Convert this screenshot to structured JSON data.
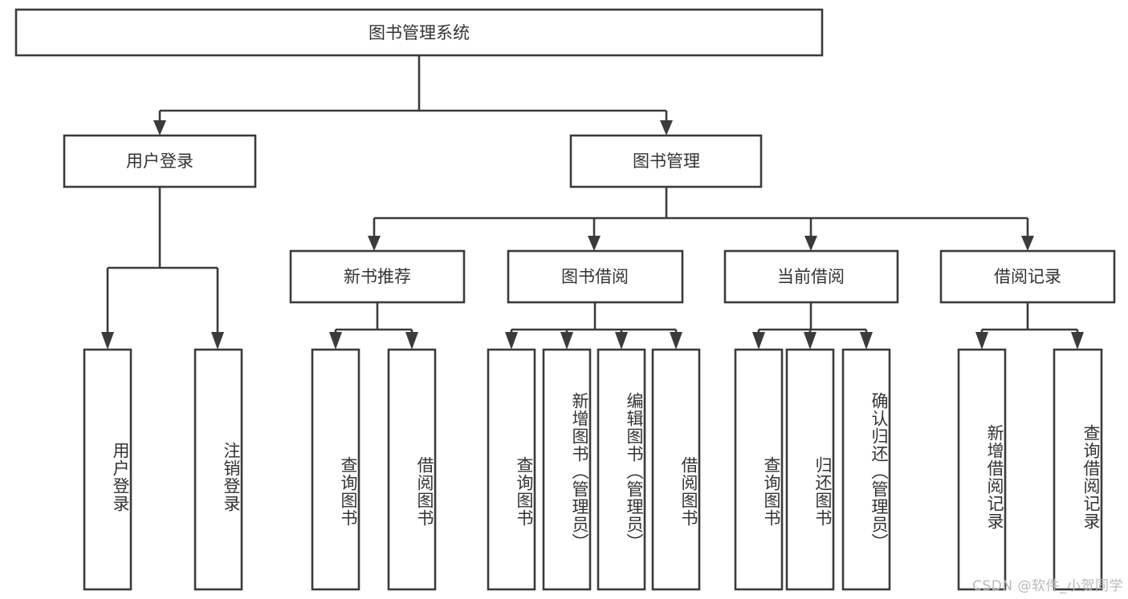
{
  "diagram": {
    "type": "tree",
    "title": "图书管理系统",
    "watermark": "CSDN @软件_小贺同学",
    "colors": {
      "stroke": "#3b3b3b",
      "box_fill": "#ffffff",
      "text": "#333333",
      "background": "#ffffff",
      "watermark": "#b9b9b9"
    },
    "root": {
      "id": "root",
      "label": "图书管理系统"
    },
    "level2": [
      {
        "id": "user-login",
        "label": "用户登录"
      },
      {
        "id": "book-manage",
        "label": "图书管理"
      }
    ],
    "level3": [
      {
        "id": "new-book-rec",
        "label": "新书推荐",
        "parent": "book-manage"
      },
      {
        "id": "book-borrow",
        "label": "图书借阅",
        "parent": "book-manage"
      },
      {
        "id": "current-borrow",
        "label": "当前借阅",
        "parent": "book-manage"
      },
      {
        "id": "borrow-record",
        "label": "借阅记录",
        "parent": "book-manage"
      }
    ],
    "leaves": [
      {
        "id": "leaf-user-login",
        "label": "用户登录",
        "parent": "user-login"
      },
      {
        "id": "leaf-logout-login",
        "label": "注销登录",
        "parent": "user-login"
      },
      {
        "id": "leaf-query-book-1",
        "label": "查询图书",
        "parent": "new-book-rec"
      },
      {
        "id": "leaf-borrow-book-1",
        "label": "借阅图书",
        "parent": "new-book-rec"
      },
      {
        "id": "leaf-query-book-2",
        "label": "查询图书",
        "parent": "book-borrow"
      },
      {
        "id": "leaf-add-book",
        "label": "新增图书（管理员）",
        "parent": "book-borrow"
      },
      {
        "id": "leaf-edit-book",
        "label": "编辑图书（管理员）",
        "parent": "book-borrow"
      },
      {
        "id": "leaf-borrow-book-2",
        "label": "借阅图书",
        "parent": "book-borrow"
      },
      {
        "id": "leaf-query-book-3",
        "label": "查询图书",
        "parent": "current-borrow"
      },
      {
        "id": "leaf-return-book",
        "label": "归还图书",
        "parent": "current-borrow"
      },
      {
        "id": "leaf-confirm-return",
        "label": "确认归还（管理员）",
        "parent": "current-borrow"
      },
      {
        "id": "leaf-add-record",
        "label": "新增借阅记录",
        "parent": "borrow-record"
      },
      {
        "id": "leaf-query-record",
        "label": "查询借阅记录",
        "parent": "borrow-record"
      }
    ]
  }
}
